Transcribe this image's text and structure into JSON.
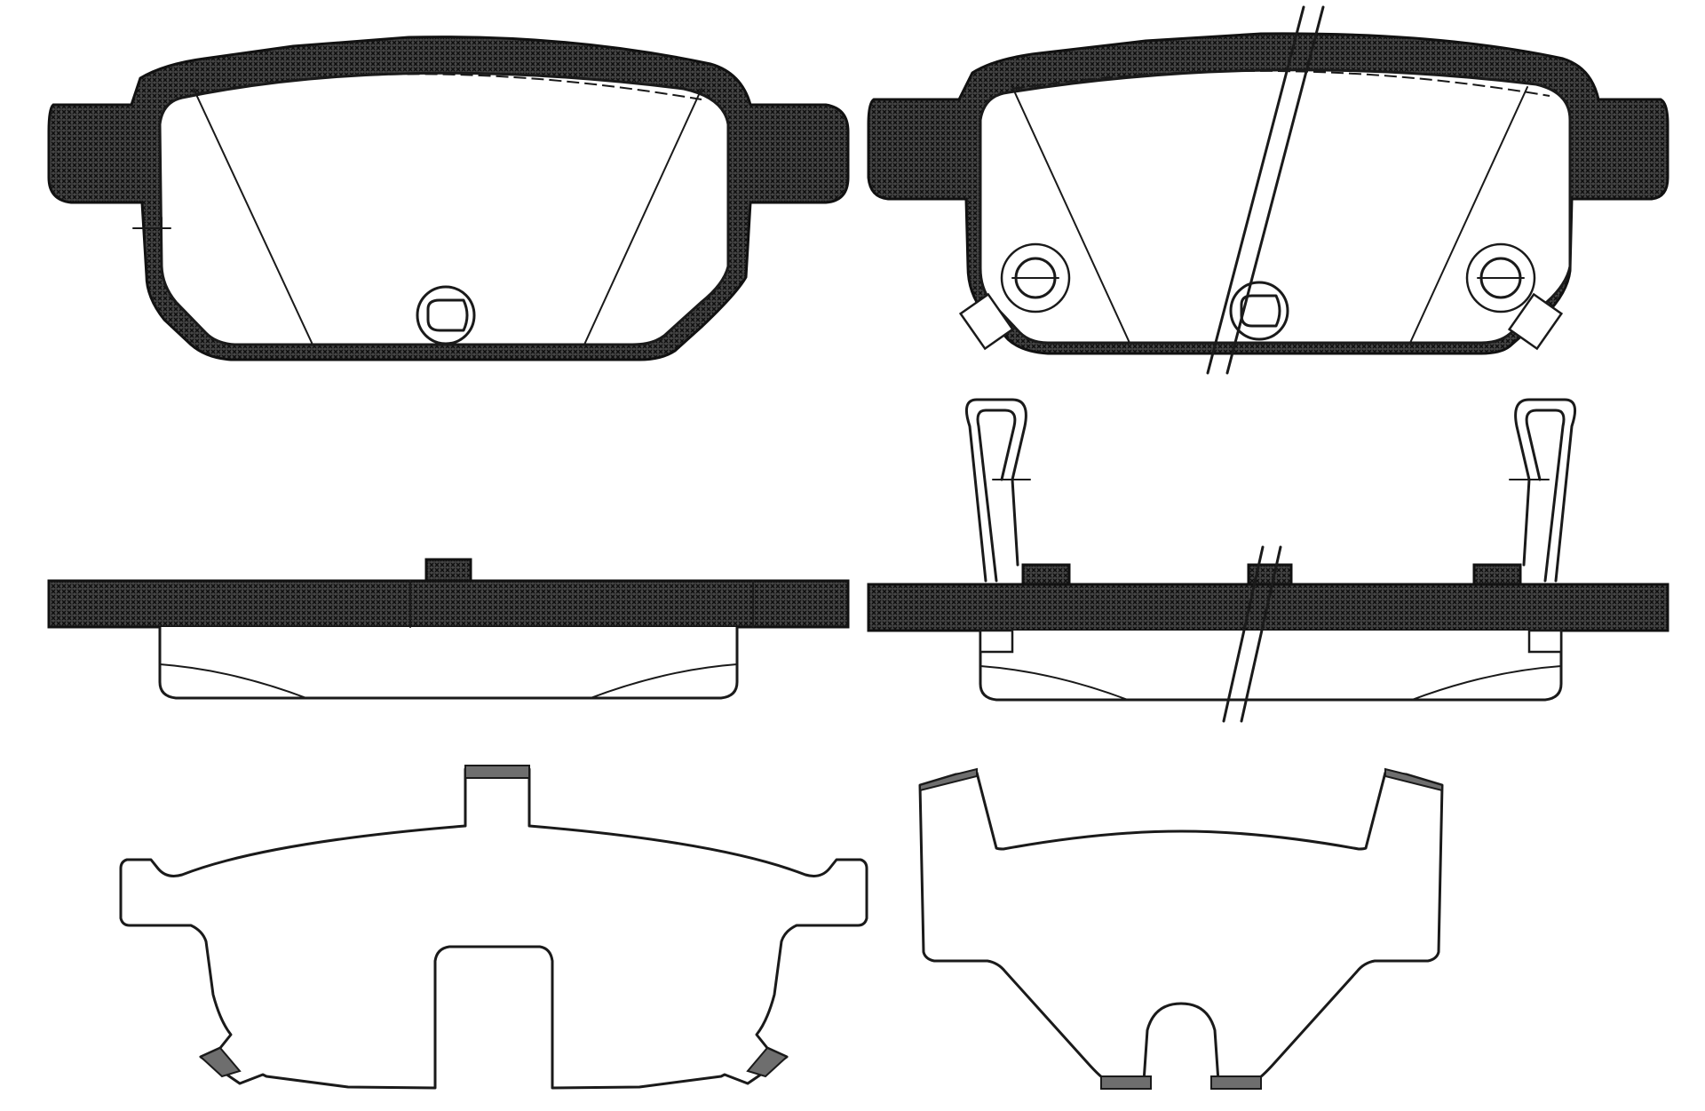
{
  "colors": {
    "background": "#ffffff",
    "line": "#1a1a1a",
    "backing_plate_fill": "#2b2b2b",
    "clip_tab_fill": "#6e6e6e"
  },
  "views": [
    {
      "id": "pad-inner-front",
      "kind": "brake pad front view"
    },
    {
      "id": "pad-outer-front-with-sensor",
      "kind": "brake pad front view with clips"
    },
    {
      "id": "pad-inner-side",
      "kind": "brake pad side view"
    },
    {
      "id": "pad-outer-side-with-clips",
      "kind": "brake pad side view with clips"
    },
    {
      "id": "shim-inner",
      "kind": "anti-noise shim outline"
    },
    {
      "id": "shim-outer",
      "kind": "anti-noise shim outline"
    }
  ]
}
